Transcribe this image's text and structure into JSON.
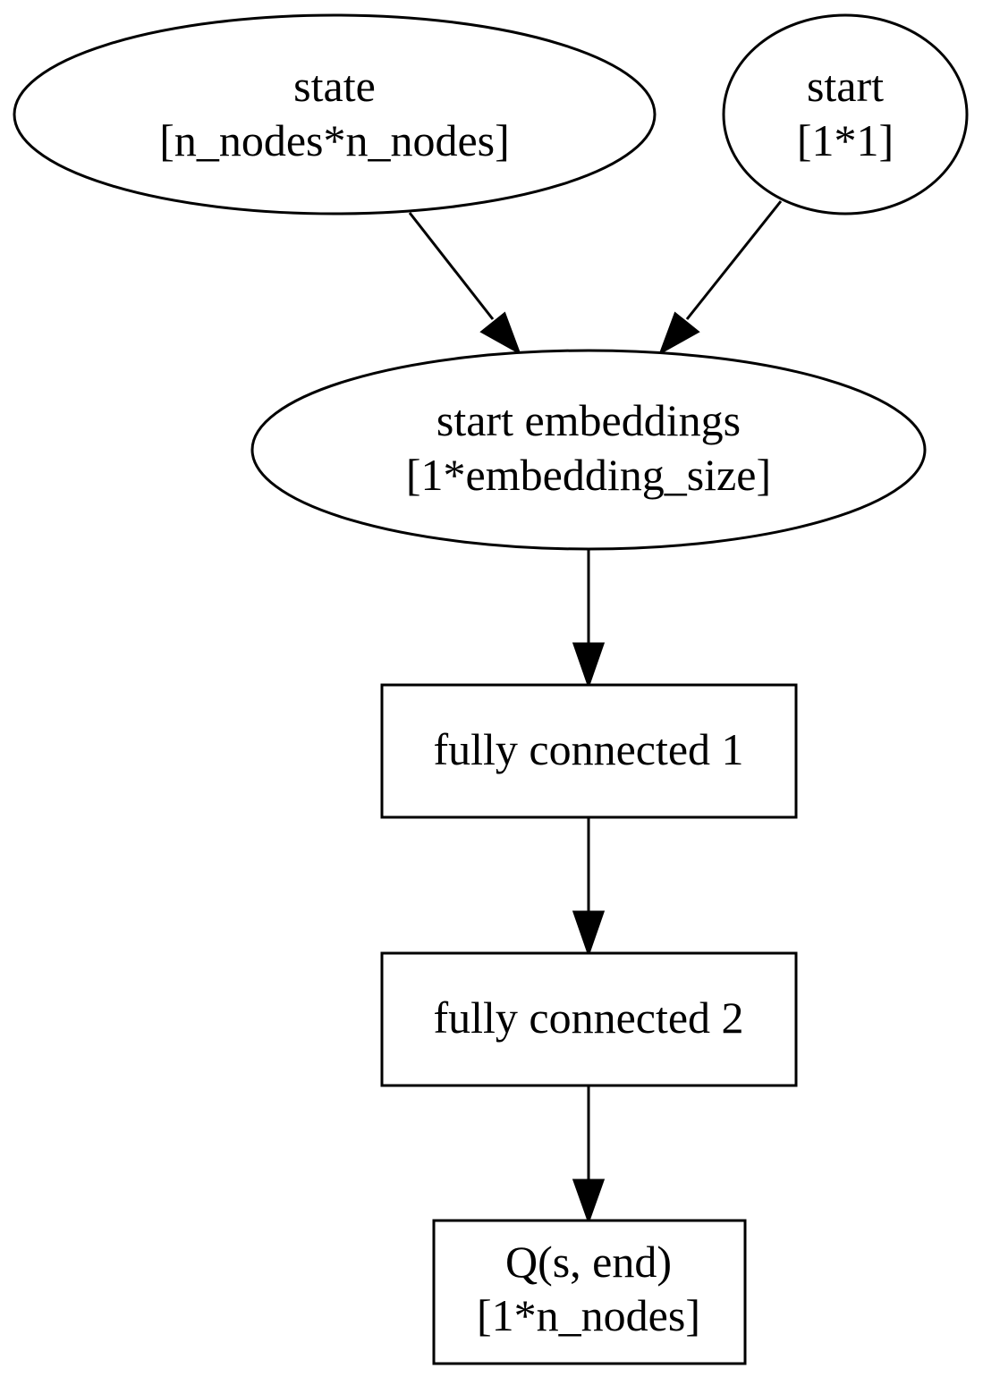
{
  "nodes": {
    "state": {
      "line1": "state",
      "line2": "[n_nodes*n_nodes]"
    },
    "start": {
      "line1": "start",
      "line2": "[1*1]"
    },
    "start_embeddings": {
      "line1": "start embeddings",
      "line2": "[1*embedding_size]"
    },
    "fc1": {
      "label": "fully connected 1"
    },
    "fc2": {
      "label": "fully connected 2"
    },
    "q": {
      "line1": "Q(s, end)",
      "line2": "[1*n_nodes]"
    }
  },
  "edges": [
    {
      "from": "state",
      "to": "start embeddings"
    },
    {
      "from": "start",
      "to": "start embeddings"
    },
    {
      "from": "start embeddings",
      "to": "fully connected 1"
    },
    {
      "from": "fully connected 1",
      "to": "fully connected 2"
    },
    {
      "from": "fully connected 2",
      "to": "Q(s, end)"
    }
  ]
}
